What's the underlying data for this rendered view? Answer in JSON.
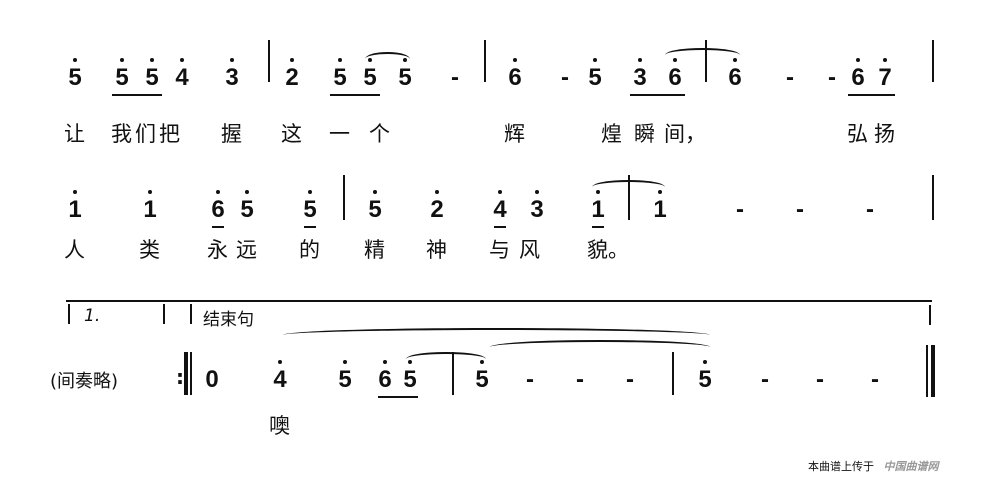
{
  "rows": [
    {
      "notes": [
        "5",
        "5",
        "5",
        "4",
        "3",
        "|",
        "2",
        "5",
        "5",
        "5",
        "-",
        "|",
        "6",
        "-",
        "5",
        "3",
        "6",
        "|",
        "6",
        "-",
        "-",
        "6",
        "7",
        "|"
      ],
      "lyrics": [
        "让",
        "我",
        "们",
        "把",
        "握",
        "这",
        "一",
        "个",
        "辉",
        "煌",
        "瞬",
        "间，",
        "弘",
        "扬"
      ]
    },
    {
      "notes": [
        "1",
        "1",
        "6",
        "5",
        "5",
        "|",
        "5",
        "2",
        "4",
        "3",
        "1",
        "|",
        "1",
        "-",
        "-",
        "-",
        "|"
      ],
      "lyrics": [
        "人",
        "类",
        "永",
        "远",
        "的",
        "精",
        "神",
        "与",
        "风",
        "貌。"
      ]
    },
    {
      "notes": [
        "0",
        "4",
        "5",
        "6",
        "5",
        "|",
        "5",
        "-",
        "-",
        "-",
        "|",
        "5",
        "-",
        "-",
        "-"
      ],
      "lyrics": [
        "噢"
      ]
    }
  ],
  "volta_1": "1.",
  "ending_label": "结束句",
  "interlude_label": "(间奏略)",
  "repeat_sign": ":",
  "footer": {
    "text": "本曲谱上传于",
    "site": "中国曲谱网"
  }
}
